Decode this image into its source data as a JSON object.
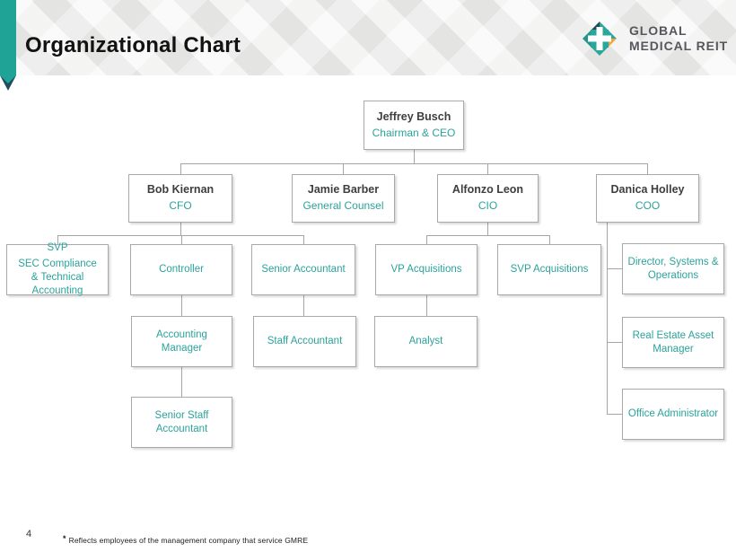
{
  "header": {
    "title": "Organizational Chart",
    "logo": {
      "line1": "GLOBAL",
      "line2": "MEDICAL REIT"
    }
  },
  "colors": {
    "teal": "#1FA396",
    "teal_text": "#2BA39B",
    "navy": "#1F4D5F",
    "orange": "#F2A33C",
    "header_gray": "#EDEDEC",
    "box_border": "#A9A9A9",
    "connector_gray": "#A5A5A5",
    "name_text": "#3E3E3E"
  },
  "org": {
    "ceo": {
      "name": "Jeffrey Busch",
      "title": "Chairman & CEO"
    },
    "cfo": {
      "name": "Bob Kiernan",
      "title": "CFO"
    },
    "general_counsel": {
      "name": "Jamie Barber",
      "title": "General Counsel"
    },
    "cio": {
      "name": "Alfonzo Leon",
      "title": "CIO"
    },
    "coo": {
      "name": "Danica Holley",
      "title": "COO"
    },
    "svp_sec": {
      "title": "SVP",
      "subtitle": "SEC Compliance & Technical Accounting"
    },
    "controller": {
      "title": "Controller"
    },
    "senior_accountant": {
      "title": "Senior Accountant"
    },
    "vp_acquisitions": {
      "title": "VP Acquisitions"
    },
    "svp_acquisitions": {
      "title": "SVP Acquisitions"
    },
    "director_systems": {
      "title": "Director, Systems & Operations"
    },
    "accounting_manager": {
      "title": "Accounting Manager"
    },
    "staff_accountant": {
      "title": "Staff Accountant"
    },
    "analyst": {
      "title": "Analyst"
    },
    "real_estate_asset_manager": {
      "title": "Real Estate Asset Manager"
    },
    "senior_staff_accountant": {
      "title": "Senior Staff Accountant"
    },
    "office_administrator": {
      "title": "Office Administrator"
    }
  },
  "hierarchy": [
    {
      "from": "ceo",
      "to": "cfo"
    },
    {
      "from": "ceo",
      "to": "general_counsel"
    },
    {
      "from": "ceo",
      "to": "cio"
    },
    {
      "from": "ceo",
      "to": "coo"
    },
    {
      "from": "cfo",
      "to": "svp_sec"
    },
    {
      "from": "cfo",
      "to": "controller"
    },
    {
      "from": "cfo",
      "to": "senior_accountant"
    },
    {
      "from": "controller",
      "to": "accounting_manager"
    },
    {
      "from": "accounting_manager",
      "to": "senior_staff_accountant"
    },
    {
      "from": "senior_accountant",
      "to": "staff_accountant"
    },
    {
      "from": "cio",
      "to": "vp_acquisitions"
    },
    {
      "from": "cio",
      "to": "svp_acquisitions"
    },
    {
      "from": "vp_acquisitions",
      "to": "analyst"
    },
    {
      "from": "coo",
      "to": "director_systems"
    },
    {
      "from": "coo",
      "to": "real_estate_asset_manager"
    },
    {
      "from": "coo",
      "to": "office_administrator"
    }
  ],
  "footer": {
    "page_number": "4",
    "footnote_marker": "*",
    "footnote_text": "Reflects employees of the management company that service GMRE"
  }
}
